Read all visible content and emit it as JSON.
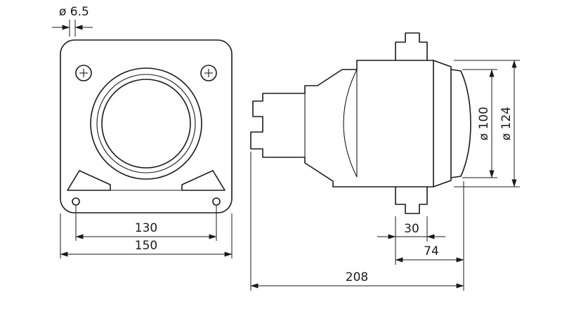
{
  "drawing": {
    "type": "technical-dimension-drawing",
    "views": {
      "front": "front view of lamp mounting flange",
      "side": "side profile of projector lamp module"
    },
    "colors": {
      "line": "#1a1a1a",
      "background": "#ffffff"
    },
    "dims": {
      "hole": "ø 6.5",
      "bolt_spacing": "130",
      "flange_width": "150",
      "lens_diameter": "ø 100",
      "body_diameter": "ø 124",
      "bracket_width": "30",
      "front_depth": "74",
      "total_depth": "208"
    }
  }
}
